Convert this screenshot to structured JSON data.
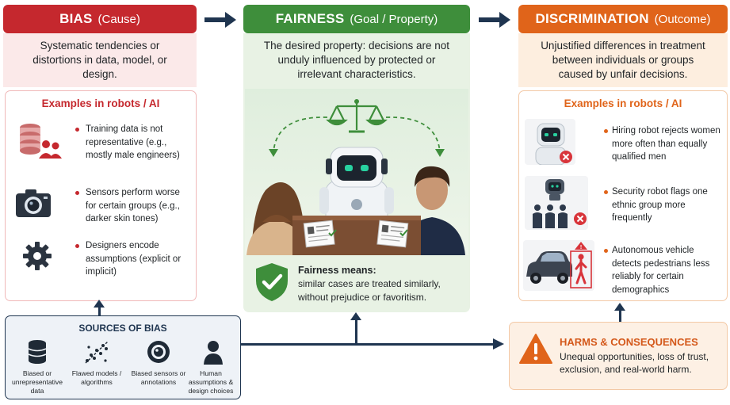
{
  "columns": {
    "bias": {
      "title": "BIAS",
      "subtitle": "(Cause)",
      "description": "Systematic tendencies or distortions in data, model, or design.",
      "examples_title": "Examples in robots / AI",
      "examples": [
        {
          "text": "Training data is not representative (e.g., mostly male engineers)",
          "icon": "database-people-icon"
        },
        {
          "text": "Sensors perform worse for certain groups (e.g., darker skin tones)",
          "icon": "camera-icon"
        },
        {
          "text": "Designers encode assumptions (explicit or implicit)",
          "icon": "gear-icon"
        }
      ]
    },
    "fairness": {
      "title": "FAIRNESS",
      "subtitle": "(Goal / Property)",
      "description": "The desired property: decisions are not unduly influenced by protected or irrelevant characteristics.",
      "means_title": "Fairness means:",
      "means_text": "similar cases are treated similarly, without prejudice or favoritism."
    },
    "discrimination": {
      "title": "DISCRIMINATION",
      "subtitle": "(Outcome)",
      "description": "Unjustified differences in treatment between individuals or groups caused by unfair decisions.",
      "examples_title": "Examples in robots / AI",
      "examples": [
        {
          "text": "Hiring robot rejects women more often than equally qualified men",
          "icon": "robot-reject-icon"
        },
        {
          "text": "Security robot flags one ethnic group more frequently",
          "icon": "security-robot-icon"
        },
        {
          "text": "Autonomous vehicle detects pedestrians less reliably for certain demographics",
          "icon": "car-pedestrian-icon"
        }
      ]
    }
  },
  "sources": {
    "title": "SOURCES OF BIAS",
    "items": [
      {
        "label": "Biased or unrepresentative data",
        "icon": "database-icon"
      },
      {
        "label": "Flawed models / algorithms",
        "icon": "scatter-plot-icon"
      },
      {
        "label": "Biased sensors or annotations",
        "icon": "sensor-icon"
      },
      {
        "label": "Human assumptions & design choices",
        "icon": "person-icon"
      }
    ]
  },
  "harms": {
    "title": "HARMS & CONSEQUENCES",
    "text": "Unequal opportunities, loss of trust, exclusion, and real-world harm."
  },
  "colors": {
    "red": "#c5282e",
    "green": "#3e8e3b",
    "orange": "#e0641a",
    "navy": "#1f3550"
  }
}
